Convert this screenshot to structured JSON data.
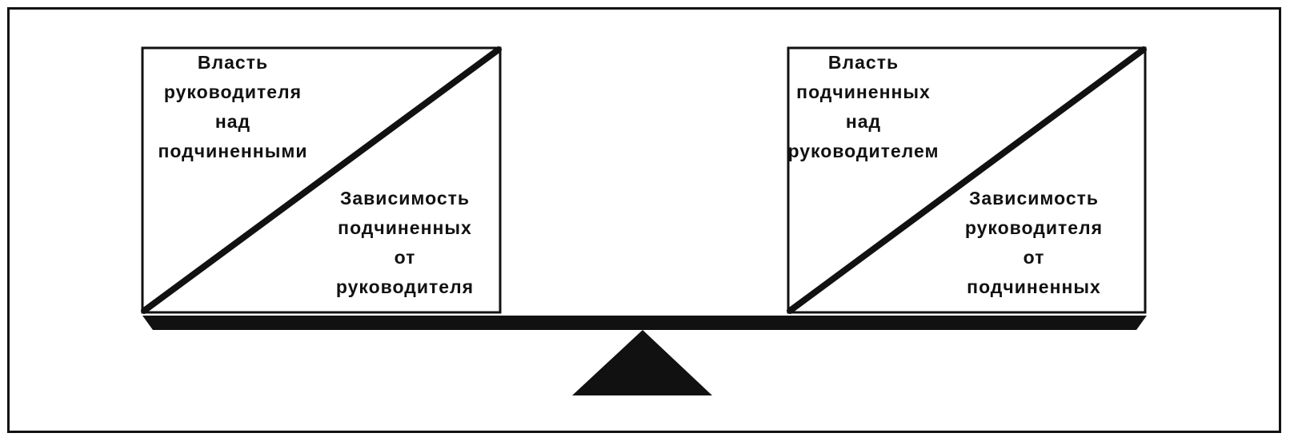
{
  "left_box": {
    "upper_text": "Власть\nруководителя\nнад\nподчиненными",
    "lower_text": "Зависимость\nподчиненных\nот\nруководителя"
  },
  "right_box": {
    "upper_text": "Власть\nподчиненных\nнад\nруководителем",
    "lower_text": "Зависимость\nруководителя\nот\nподчиненных"
  },
  "colors": {
    "ink": "#111111",
    "background": "#ffffff"
  }
}
